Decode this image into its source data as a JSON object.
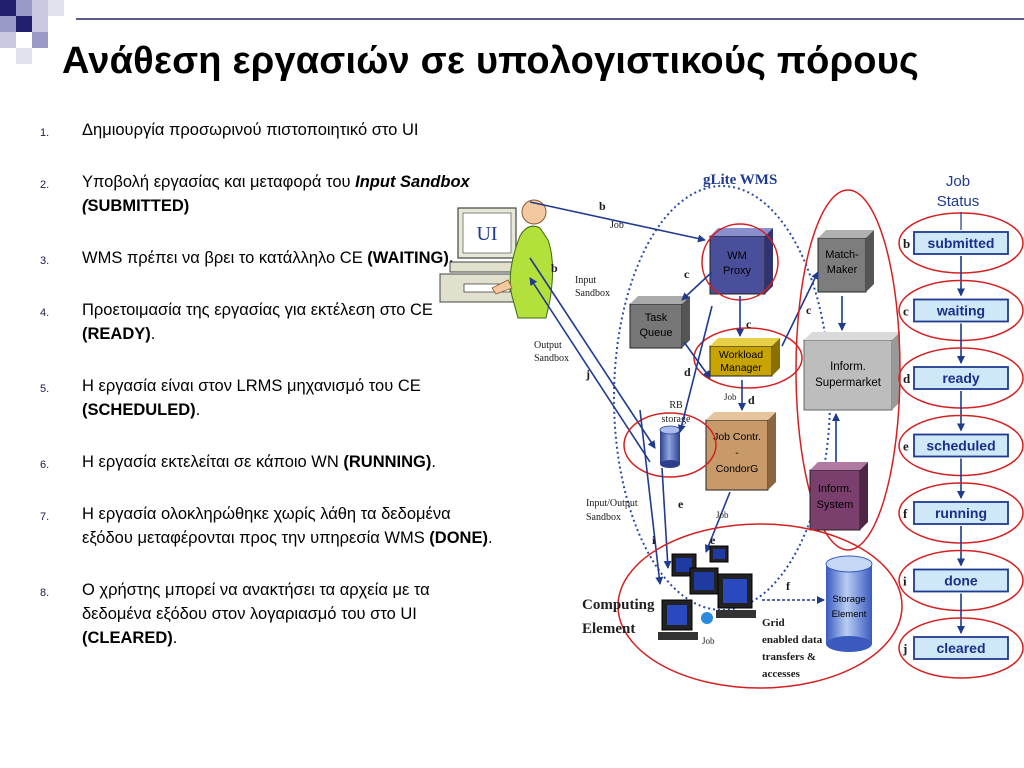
{
  "title": "Ανάθεση εργασιών σε υπολογιστικούς πόρους",
  "steps": [
    {
      "num": "1.",
      "parts": [
        {
          "t": "Δημιουργία προσωρινού πιστοποιητικό  στο UI"
        }
      ]
    },
    {
      "num": "2.",
      "parts": [
        {
          "t": "Υποβολή εργασίας και  μεταφορά  του "
        },
        {
          "t": "Input Sandbox  (",
          "bi": true
        },
        {
          "t": "SUBMITTED",
          "b": true
        },
        {
          "t": ")",
          "b": true
        }
      ]
    },
    {
      "num": "3.",
      "parts": [
        {
          "t": "WMS πρέπει να βρει το  κατάλληλο  CE "
        },
        {
          "t": "(WAITING).",
          "b": true
        }
      ]
    },
    {
      "num": "4.",
      "parts": [
        {
          "t": "Προετοιμασία της εργασίας για εκτέλεση στο CE "
        },
        {
          "t": "(READY)",
          "b": true
        },
        {
          "t": "."
        }
      ]
    },
    {
      "num": "5.",
      "parts": [
        {
          "t": "Η εργασία είναι στον LRMS μηχανισμό του CE "
        },
        {
          "t": "(SCHEDULED)",
          "b": true
        },
        {
          "t": "."
        }
      ]
    },
    {
      "num": "6.",
      "parts": [
        {
          "t": "Η εργασία εκτελείται σε κάποιο  WN "
        },
        {
          "t": "(RUNNING)",
          "b": true
        },
        {
          "t": "."
        }
      ]
    },
    {
      "num": "7.",
      "parts": [
        {
          "t": "Η εργασία ολοκληρώθηκε χωρίς λάθη τα δεδομένα εξόδου μεταφέρονται προς την υπηρεσία WMS "
        },
        {
          "t": "(DONE)",
          "b": true
        },
        {
          "t": "."
        }
      ]
    },
    {
      "num": "8.",
      "parts": [
        {
          "t": "Ο χρήστης μπορεί να ανακτήσει τα αρχεία με τα δεδομένα εξόδου στον λογαριασμό του στο UI  "
        },
        {
          "t": "(CLEARED)",
          "b": true
        },
        {
          "t": "."
        }
      ]
    }
  ],
  "diagram": {
    "glite": "gLite WMS",
    "ui": "UI",
    "wm_proxy": [
      "WM",
      "Proxy"
    ],
    "task_queue": [
      "Task",
      "Queue"
    ],
    "workload_manager": [
      "Workload",
      "Manager"
    ],
    "match_maker": [
      "Match-",
      "Maker"
    ],
    "inform_supermarket": [
      "Inform.",
      "Supermarket"
    ],
    "job_contr": [
      "Job Contr.",
      "-",
      "CondorG"
    ],
    "inform_system": [
      "Inform.",
      "System"
    ],
    "storage_element": [
      "Storage",
      "Element"
    ],
    "rb_storage": [
      "RB",
      "storage"
    ],
    "computing_element": [
      "Computing",
      "Element"
    ],
    "input_sandbox": [
      "Input",
      "Sandbox"
    ],
    "output_sandbox": [
      "Output",
      "Sandbox"
    ],
    "io_sandbox": [
      "Input/Output",
      "Sandbox"
    ],
    "grid_transfers": [
      "Grid",
      "enabled data",
      "transfers &",
      "accesses"
    ],
    "job": "Job",
    "arrow_labels": {
      "b": "b",
      "c": "c",
      "d": "d",
      "e": "e",
      "f": "f",
      "i": "i",
      "j": "j"
    },
    "job_status_title": [
      "Job",
      "Status"
    ],
    "statuses": [
      "submitted",
      "waiting",
      "ready",
      "scheduled",
      "running",
      "done",
      "cleared"
    ],
    "status_side_labels": [
      "b",
      "c",
      "d",
      "e",
      "f",
      "i",
      "j"
    ]
  },
  "colors": {
    "navy": "#1f3a8f",
    "status_fill": "#cfe8f8",
    "status_text": "#1a2f8a",
    "red_ring": "#d42020",
    "wm_proxy": "#4a4f9c",
    "workload": "#c8a400",
    "job_contr": "#c89a6a",
    "inform_system": "#7b3f6e",
    "grey_box": "#7d7d7d",
    "light_grey": "#bdbdbd"
  }
}
